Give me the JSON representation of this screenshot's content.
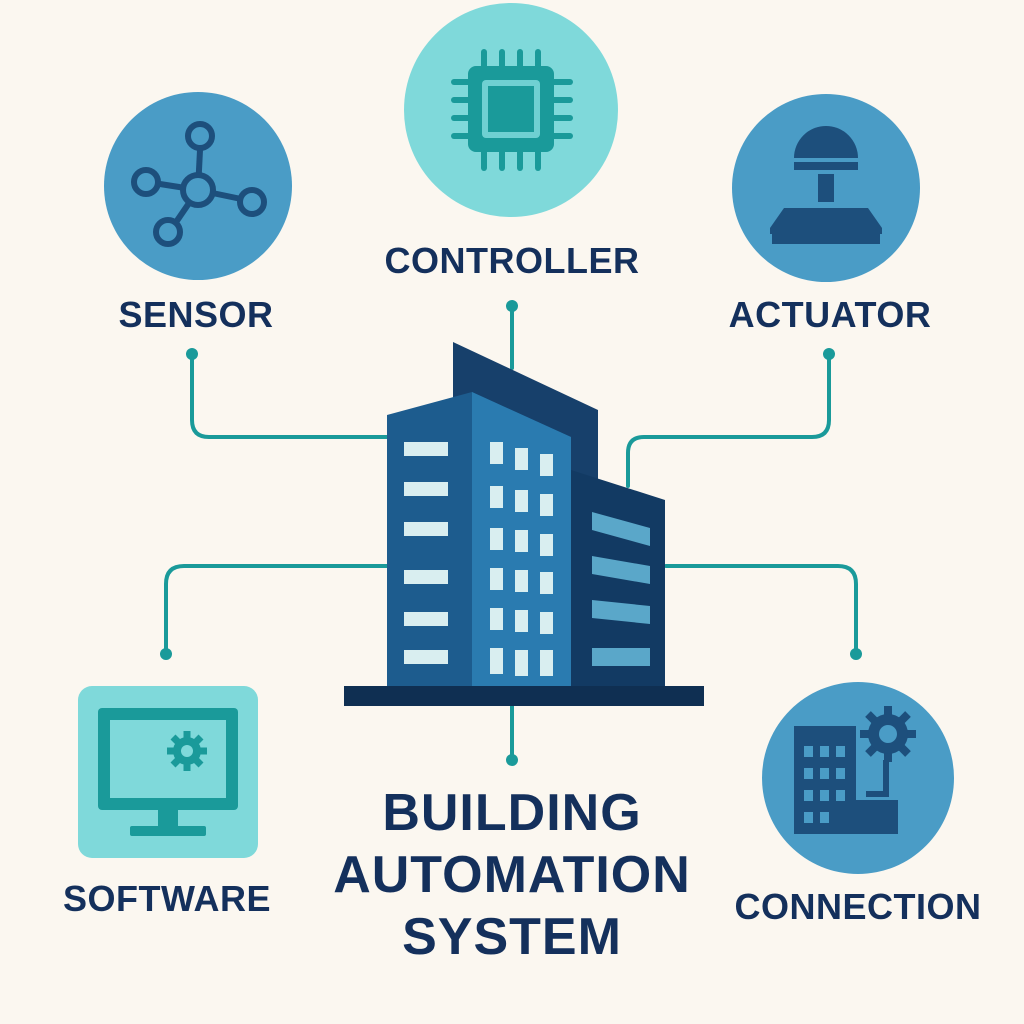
{
  "diagram": {
    "title_lines": [
      "BUILDING",
      "AUTOMATION",
      "SYSTEM"
    ],
    "nodes": {
      "sensor": {
        "label": "SENSOR",
        "icon": "network-nodes-icon"
      },
      "controller": {
        "label": "CONTROLLER",
        "icon": "microchip-icon"
      },
      "actuator": {
        "label": "ACTUATOR",
        "icon": "actuator-valve-icon"
      },
      "software": {
        "label": "SOFTWARE",
        "icon": "monitor-gear-icon"
      },
      "connection": {
        "label": "CONNECTION",
        "icon": "building-gear-icon"
      }
    }
  },
  "colors": {
    "background": "#fbf7f0",
    "text": "#14305c",
    "connector": "#1a9a9a",
    "teal_circle": "#7fd9da",
    "blue_circle": "#4a9cc6",
    "dark_blue": "#1d4f7c",
    "navy": "#123a63"
  }
}
